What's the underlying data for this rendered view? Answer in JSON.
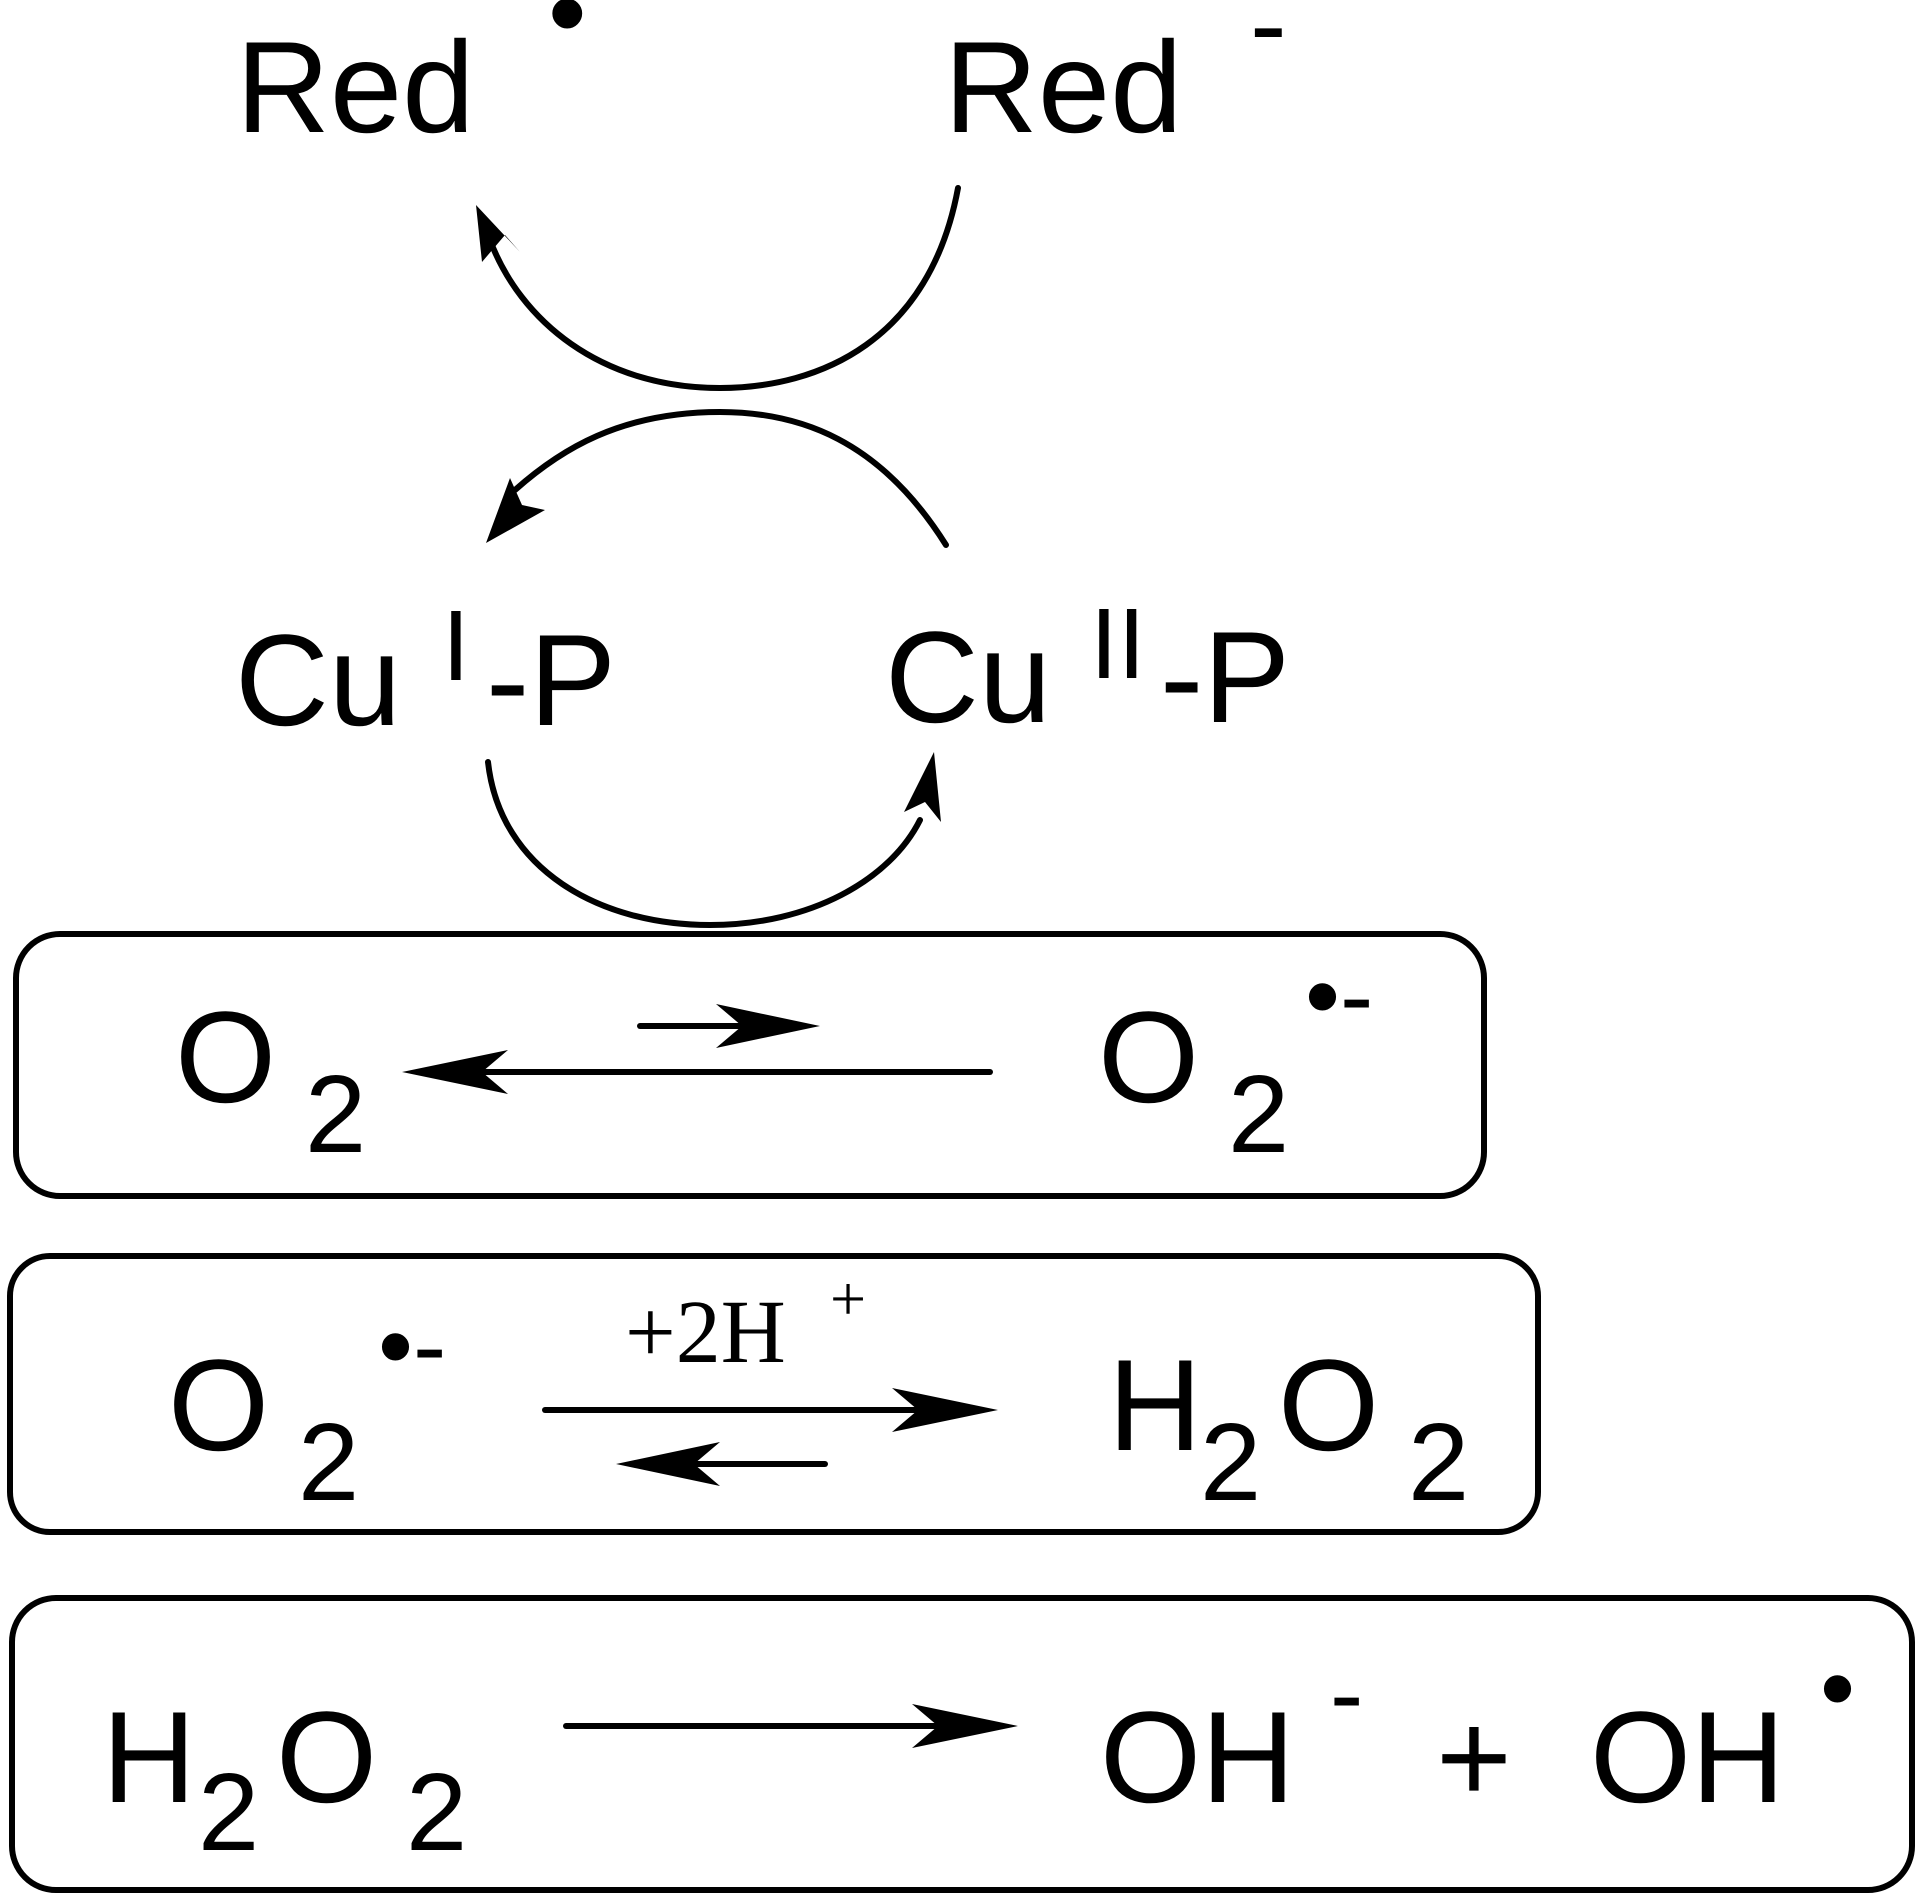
{
  "species": {
    "red_radical": {
      "base": "Red",
      "sup": "•"
    },
    "red_anion": {
      "base": "Red",
      "sup": "-"
    },
    "cu_i": {
      "base": "Cu",
      "sup": "I",
      "suffix": "-P"
    },
    "cu_ii": {
      "base": "Cu",
      "sup": "II",
      "suffix": "-P"
    }
  },
  "reactions": [
    {
      "left": {
        "base": "O",
        "sub": "2"
      },
      "right": {
        "base": "O",
        "sub": "2",
        "sup": "•-"
      }
    },
    {
      "label": "+2H",
      "label_sup": "+",
      "left": {
        "base": "O",
        "sub": "2",
        "sup": "•-"
      },
      "right": {
        "h": "H",
        "h_sub": "2",
        "o": "O",
        "o_sub": "2"
      }
    },
    {
      "left": {
        "h": "H",
        "h_sub": "2",
        "o": "O",
        "o_sub": "2"
      },
      "right": {
        "oh1": "OH",
        "oh1_sup": "-",
        "plus": "+",
        "oh2": "OH",
        "oh2_sup": "•"
      }
    }
  ]
}
